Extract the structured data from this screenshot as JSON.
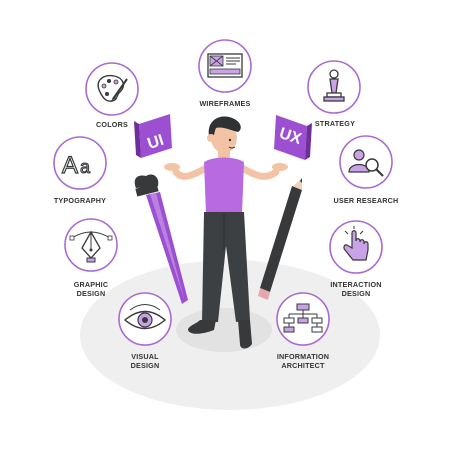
{
  "colors": {
    "accent": "#9c4fd1",
    "accent_light": "#c9a3e6",
    "ring": "#a86bd0",
    "shadow": "#ededed",
    "dark": "#37393b"
  },
  "panels": {
    "ui": "UI",
    "ux": "UX"
  },
  "topics": [
    {
      "name": "colors",
      "icon": "palette-icon",
      "lines": [
        "COLORS"
      ]
    },
    {
      "name": "wireframes",
      "icon": "wireframe-icon",
      "lines": [
        "WIREFRAMES"
      ]
    },
    {
      "name": "strategy",
      "icon": "chess-pawn-icon",
      "lines": [
        "STRATEGY"
      ]
    },
    {
      "name": "typography",
      "icon": "font-icon",
      "lines": [
        "TYPOGRAPHY"
      ]
    },
    {
      "name": "user-research",
      "icon": "user-search-icon",
      "lines": [
        "USER RESEARCH"
      ]
    },
    {
      "name": "graphic-design",
      "icon": "pen-tool-icon",
      "lines": [
        "GRAPHIC",
        "DESIGN"
      ]
    },
    {
      "name": "interaction-design",
      "icon": "pointer-hand-icon",
      "lines": [
        "INTERACTION",
        "DESIGN"
      ]
    },
    {
      "name": "visual-design",
      "icon": "eye-icon",
      "lines": [
        "VISUAL",
        "DESIGN"
      ]
    },
    {
      "name": "information-architect",
      "icon": "sitemap-icon",
      "lines": [
        "INFORMATION",
        "ARCHITECT"
      ]
    }
  ]
}
